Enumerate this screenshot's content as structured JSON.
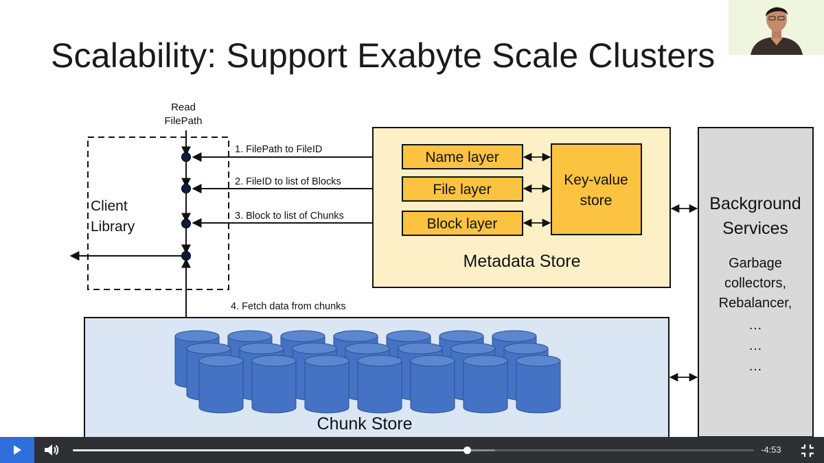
{
  "slide": {
    "title": "Scalability: Support Exabyte Scale Clusters"
  },
  "diagram": {
    "read_label_line1": "Read",
    "read_label_line2": "FilePath",
    "client_line1": "Client",
    "client_line2": "Library",
    "step1": "1. FilePath to FileID",
    "step2": "2. FileID to list of Blocks",
    "step3": "3. Block to list of Chunks",
    "step4": "4. Fetch data from chunks",
    "name_layer": "Name layer",
    "file_layer": "File layer",
    "block_layer": "Block layer",
    "kv_line1": "Key-value",
    "kv_line2": "store",
    "metadata_store": "Metadata Store",
    "chunk_store": "Chunk Store",
    "bg_line1": "Background",
    "bg_line2": "Services",
    "bg_item1": "Garbage",
    "bg_item2": "collectors,",
    "bg_item3": "Rebalancer,",
    "bg_dots1": "…",
    "bg_dots2": "…",
    "bg_dots3": "…",
    "colors": {
      "metadata_fill": "#fdf0c6",
      "layer_fill": "#fcc340",
      "chunk_fill": "#dbe6f4",
      "cylinder": "#4472c4",
      "background_fill": "#d9d9d9"
    }
  },
  "player": {
    "time_remaining": "-4:53",
    "progress": 0.579,
    "buffered": 0.62,
    "play_icon": "play-icon",
    "volume_icon": "volume-icon",
    "fullscreen_icon": "exit-fullscreen-icon"
  }
}
